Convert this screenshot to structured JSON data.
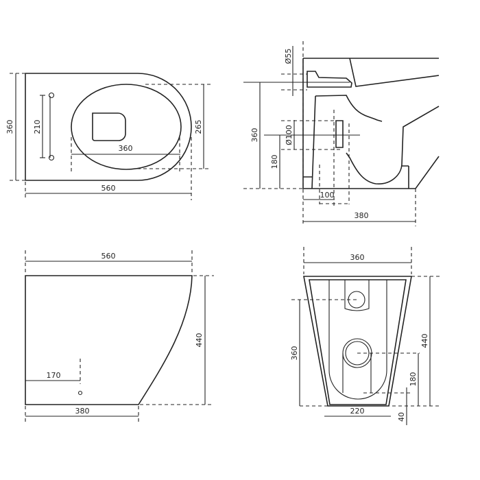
{
  "top_view": {
    "depth": "360",
    "bolt_spacing": "210",
    "seat_width": "360",
    "seat_depth": "265",
    "length": "560"
  },
  "side_section": {
    "inlet_diameter": "Ø55",
    "inlet_height": "360",
    "outlet_diameter": "Ø100",
    "outlet_height": "180",
    "outlet_offset": "100",
    "base_length": "380"
  },
  "side_view": {
    "length": "560",
    "height": "440",
    "fixing_offset": "170",
    "base_length": "380"
  },
  "rear_view": {
    "width": "360",
    "inlet_height": "360",
    "height": "440",
    "outlet_height": "180",
    "base_offset": "40",
    "base_width": "220"
  }
}
